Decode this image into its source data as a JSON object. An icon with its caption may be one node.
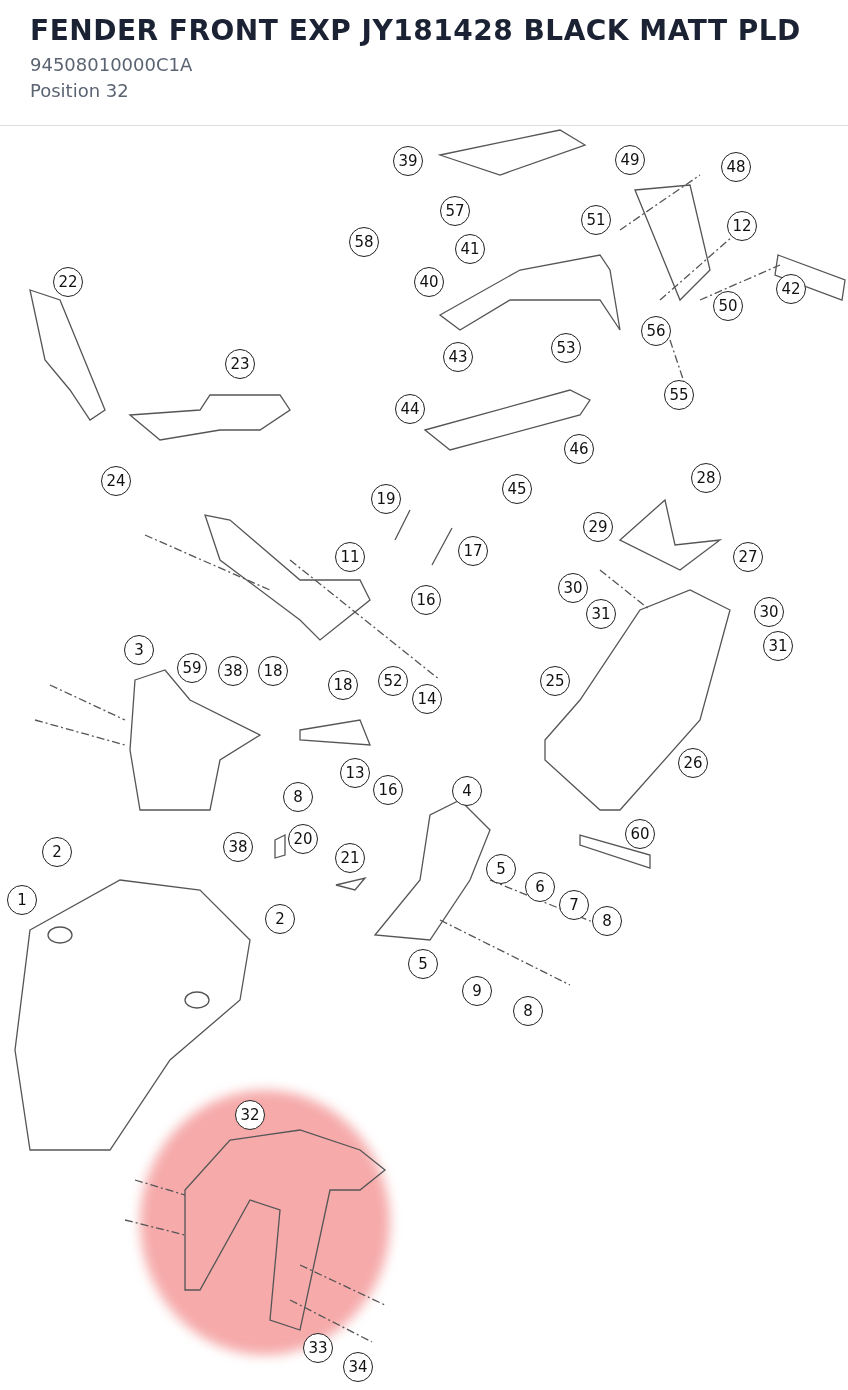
{
  "diagram": {
    "title": "FENDER FRONT EXP JY181428 BLACK MATT PLD",
    "labels": [
      "94508010000C1A",
      "Position 32",
      "39",
      "49",
      "48",
      "57",
      "51",
      "12",
      "58",
      "41",
      "40",
      "22",
      "42",
      "50",
      "56",
      "53",
      "43",
      "23",
      "55",
      "44",
      "46",
      "24",
      "28",
      "45",
      "19",
      "29",
      "17",
      "27",
      "11",
      "30",
      "16",
      "31",
      "30",
      "31",
      "3",
      "59",
      "38",
      "18",
      "52",
      "25",
      "18",
      "14",
      "26",
      "13",
      "16",
      "8",
      "4",
      "20",
      "38",
      "2",
      "21",
      "60",
      "5",
      "6",
      "1",
      "2",
      "7",
      "8",
      "5",
      "9",
      "8",
      "32",
      "33",
      "34"
    ]
  }
}
